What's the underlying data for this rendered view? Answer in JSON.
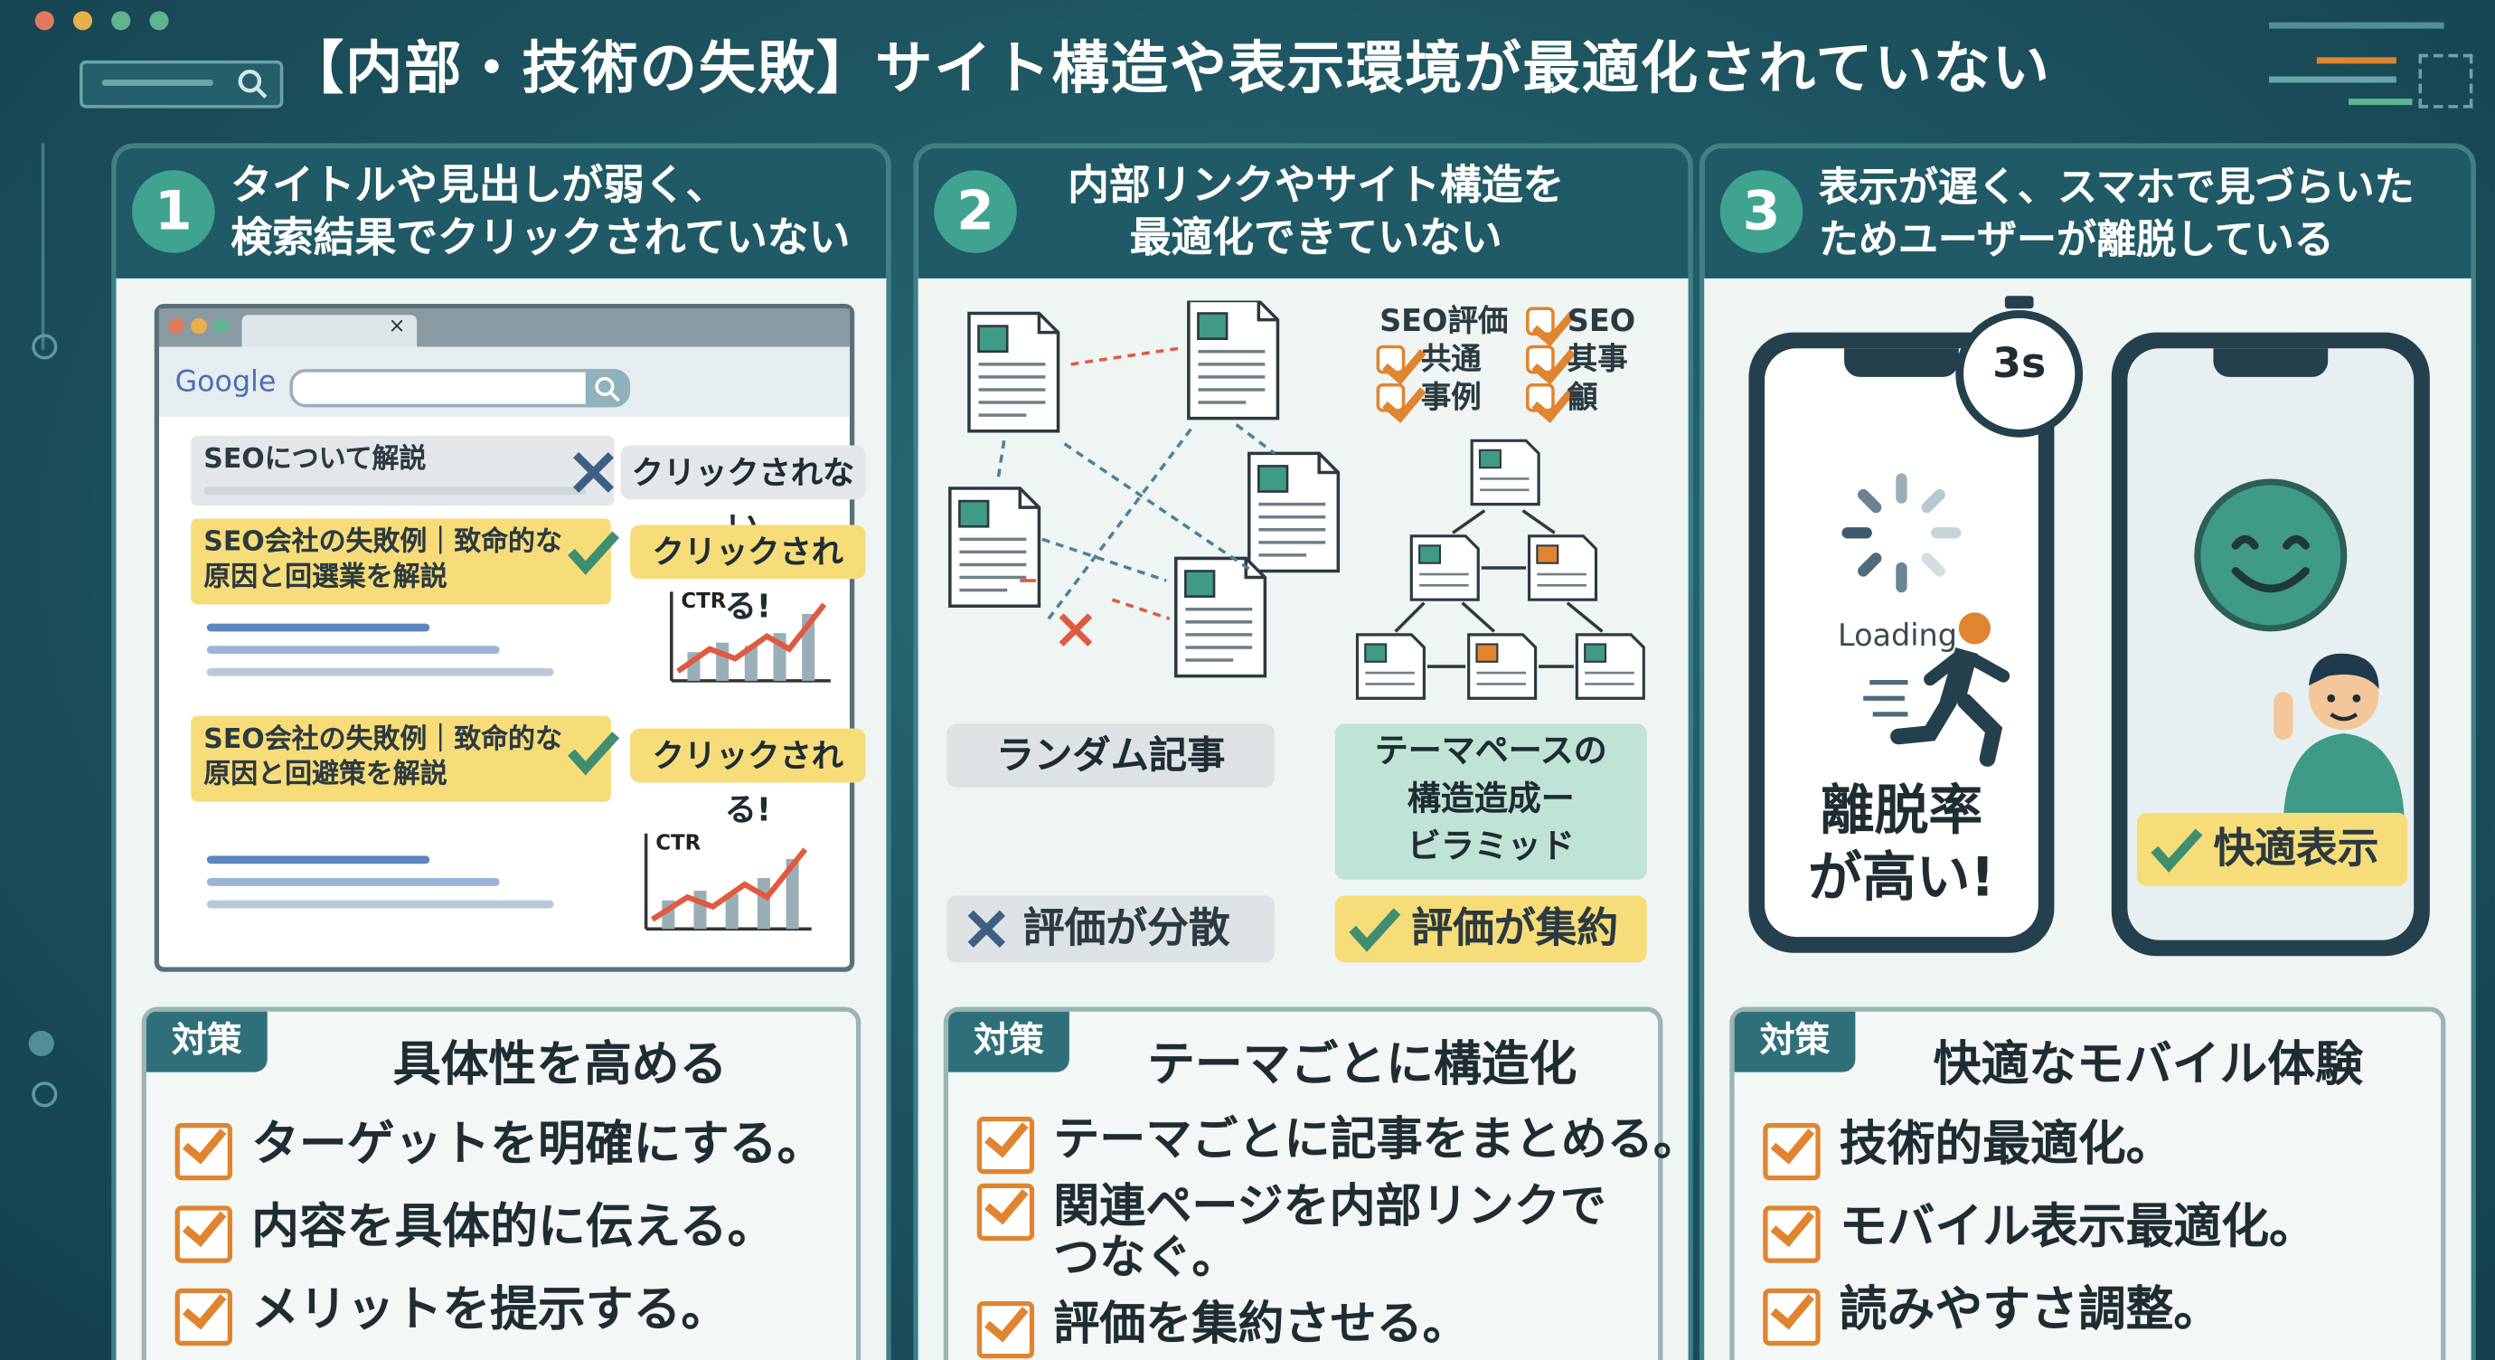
{
  "header": {
    "title": "【内部・技術の失敗】サイト構造や表示環境が最適化されていない",
    "window_buttons": [
      "#e07a5f",
      "#e8b04a",
      "#5fb38f"
    ],
    "search_icon": "search-icon"
  },
  "panels": [
    {
      "number": "1",
      "title": "タイトルや見出しが弱く、\n検索結果でクリックされていない",
      "browser": {
        "logo": "Google",
        "search_icon": "search-icon",
        "tab_close": "×",
        "results": [
          {
            "title": "SEOについて解説",
            "status": "クリックされない"
          },
          {
            "title": "SEO会社の失敗例｜致命的な\n原因と回選業を解説",
            "status": "クリックされる!",
            "chart_label": "CTR"
          },
          {
            "title": "SEO会社の失敗例｜致命的な\n原因と回避策を解説",
            "status": "クリックされる!",
            "chart_label": "CTR"
          }
        ]
      },
      "card": {
        "tag": "対策",
        "heading": "具体性を高める",
        "items": [
          "ターゲットを明確にする。",
          "内容を具体的に伝える。",
          "メリットを提示する。"
        ]
      }
    },
    {
      "number": "2",
      "title": "内部リンクやサイト構造を\n最適化できていない",
      "legend": [
        "SEO評価",
        "SEO",
        "共通",
        "其事",
        "事例",
        "龥"
      ],
      "random_label": "ランダム記事",
      "pyramid_label": "テーマペースの\n構造造成ー\nビラミッド",
      "bad_label": "評価が分散",
      "good_label": "評価が集約",
      "card": {
        "tag": "対策",
        "heading": "テーマごとに構造化",
        "items": [
          "テーマごとに記事をまとめる。",
          "関連ページを内部リンクで\nつなぐ。",
          "評価を集約させる。"
        ]
      }
    },
    {
      "number": "3",
      "title": "表示が遅く、スマホで見づらいた\nためユーザーが離脱している",
      "timer": "3s",
      "loading": "Loading",
      "slow_label": "離脱率\nが高い!",
      "fast_label": "快適表示",
      "card": {
        "tag": "対策",
        "heading": "快適なモバイル体験",
        "items": [
          "技術的最適化。",
          "モバイル表示最適化。",
          "読みやすさ調整。"
        ]
      }
    }
  ],
  "colors": {
    "background": "#1e5662",
    "panel_header": "#1f5a66",
    "accent_green": "#3fa38f",
    "highlight_yellow": "#f6dd7a",
    "check_orange": "#e0842f",
    "bad_red": "#e05a3f"
  }
}
